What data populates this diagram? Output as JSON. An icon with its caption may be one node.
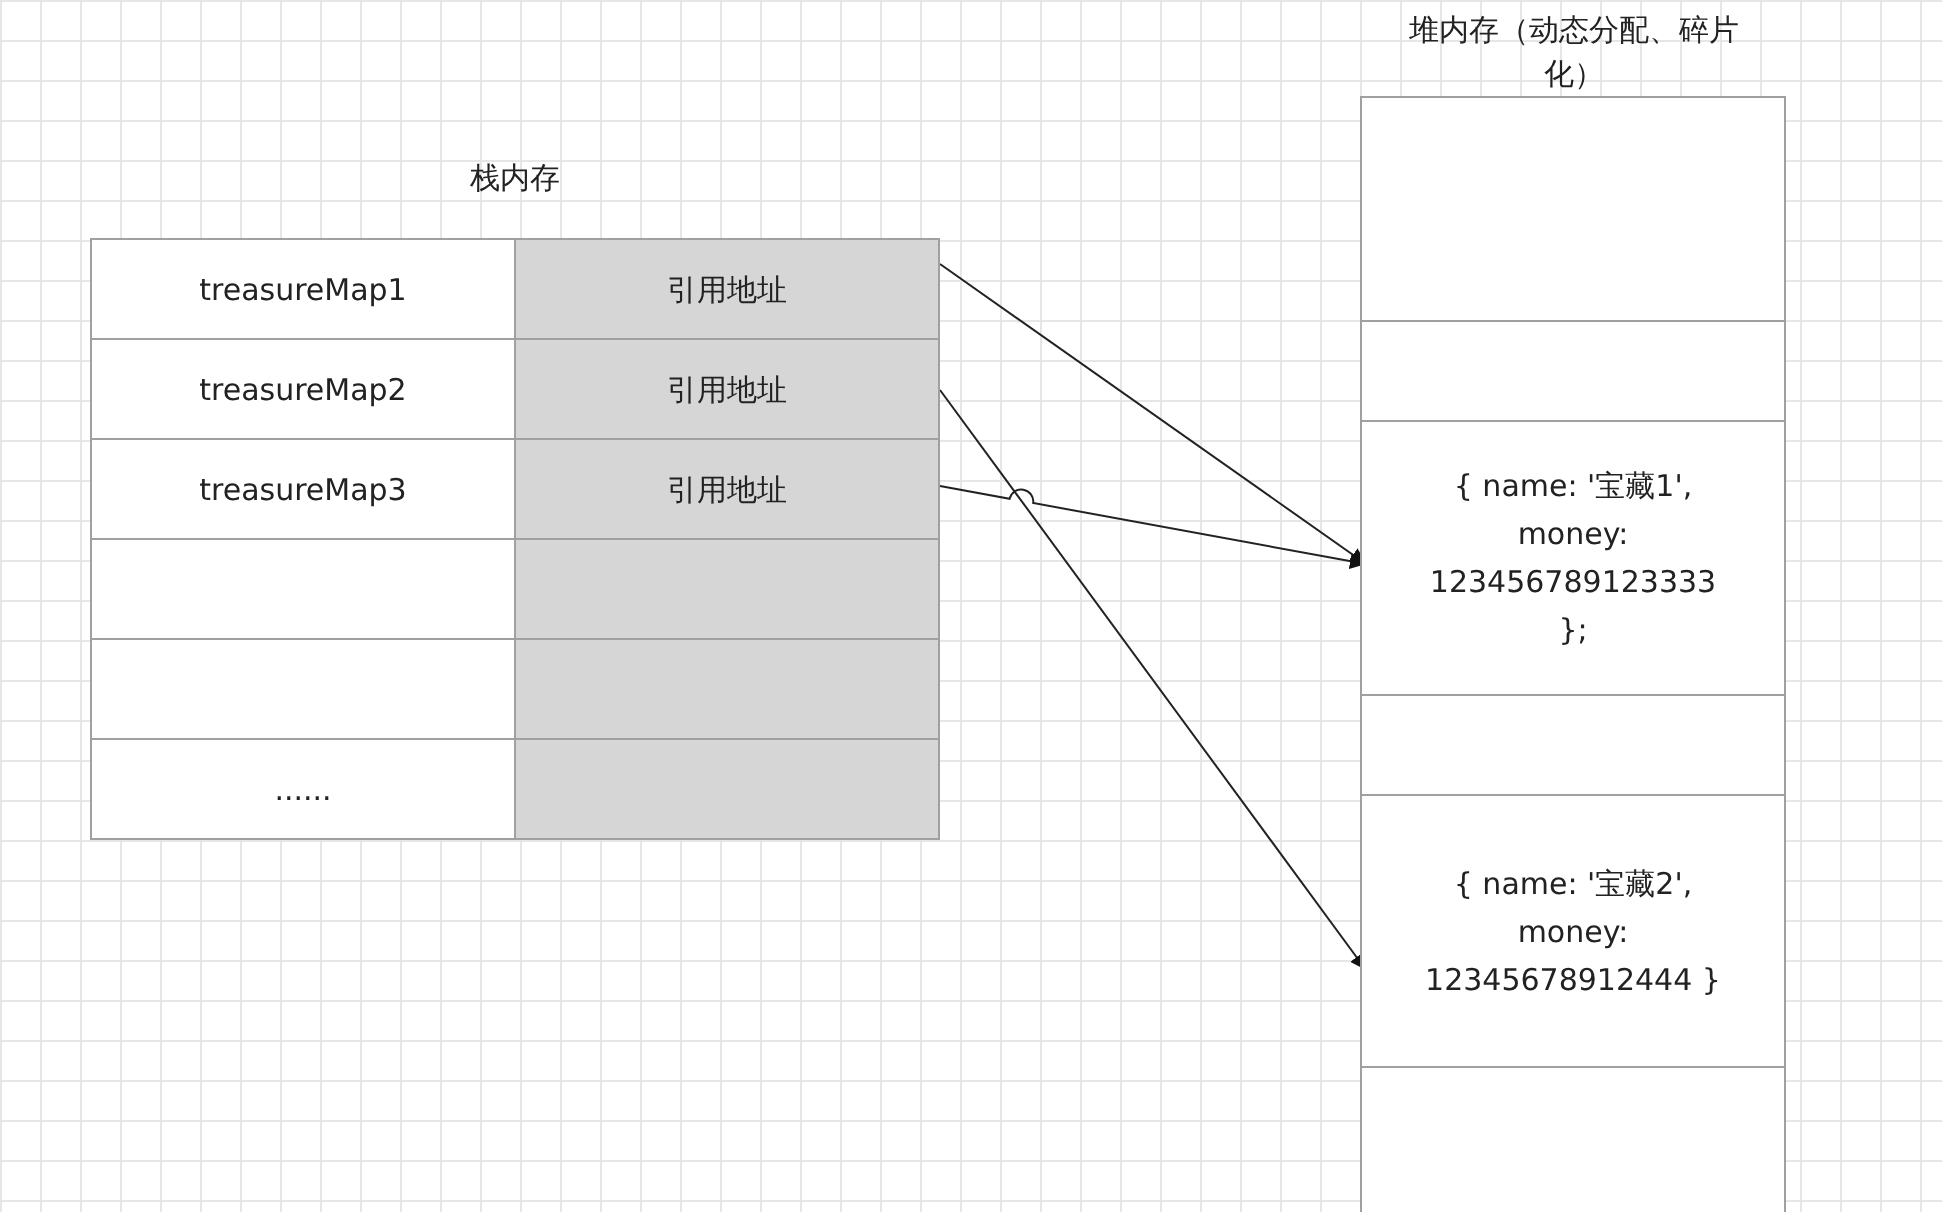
{
  "diagram": {
    "nodes": [
      {
        "text": [
          "栈内存"
        ]
      },
      {
        "text": [
          "treasureMap1"
        ],
        "in": 0
      },
      {
        "text": [
          "引用地址"
        ],
        "in": 0
      },
      {
        "text": [
          "treasureMap2"
        ],
        "in": 0
      },
      {
        "text": [
          "引用地址"
        ],
        "in": 0
      },
      {
        "text": [
          "treasureMap3"
        ],
        "in": 0
      },
      {
        "text": [
          "引用地址"
        ],
        "in": 0
      },
      {
        "text": [],
        "shape": "box",
        "in": 0
      },
      {
        "text": [],
        "shape": "box",
        "in": 0
      },
      {
        "text": [],
        "shape": "box",
        "in": 0
      },
      {
        "text": [],
        "shape": "box",
        "in": 0
      },
      {
        "text": [
          "......"
        ],
        "in": 0
      },
      {
        "text": [],
        "shape": "box",
        "in": 0
      },
      {
        "text": [
          "堆内存（动态分配、碎片化）"
        ]
      },
      {
        "text": [],
        "shape": "box",
        "in": 13
      },
      {
        "text": [],
        "shape": "box",
        "in": 13
      },
      {
        "text": [
          "{ name: '宝藏1', money: 123456789123333 };"
        ],
        "in": 13
      },
      {
        "text": [],
        "shape": "box",
        "in": 13
      },
      {
        "text": [
          "{ name: '宝藏2', money: 12345678912444 }"
        ],
        "in": 13
      },
      {
        "text": [],
        "shape": "box",
        "in": 13
      }
    ],
    "edges": [
      {
        "from": 2,
        "to": 16,
        "arrow": "to"
      },
      {
        "from": 4,
        "to": 18,
        "arrow": "to"
      },
      {
        "from": 6,
        "to": 16,
        "arrow": "to"
      }
    ]
  }
}
